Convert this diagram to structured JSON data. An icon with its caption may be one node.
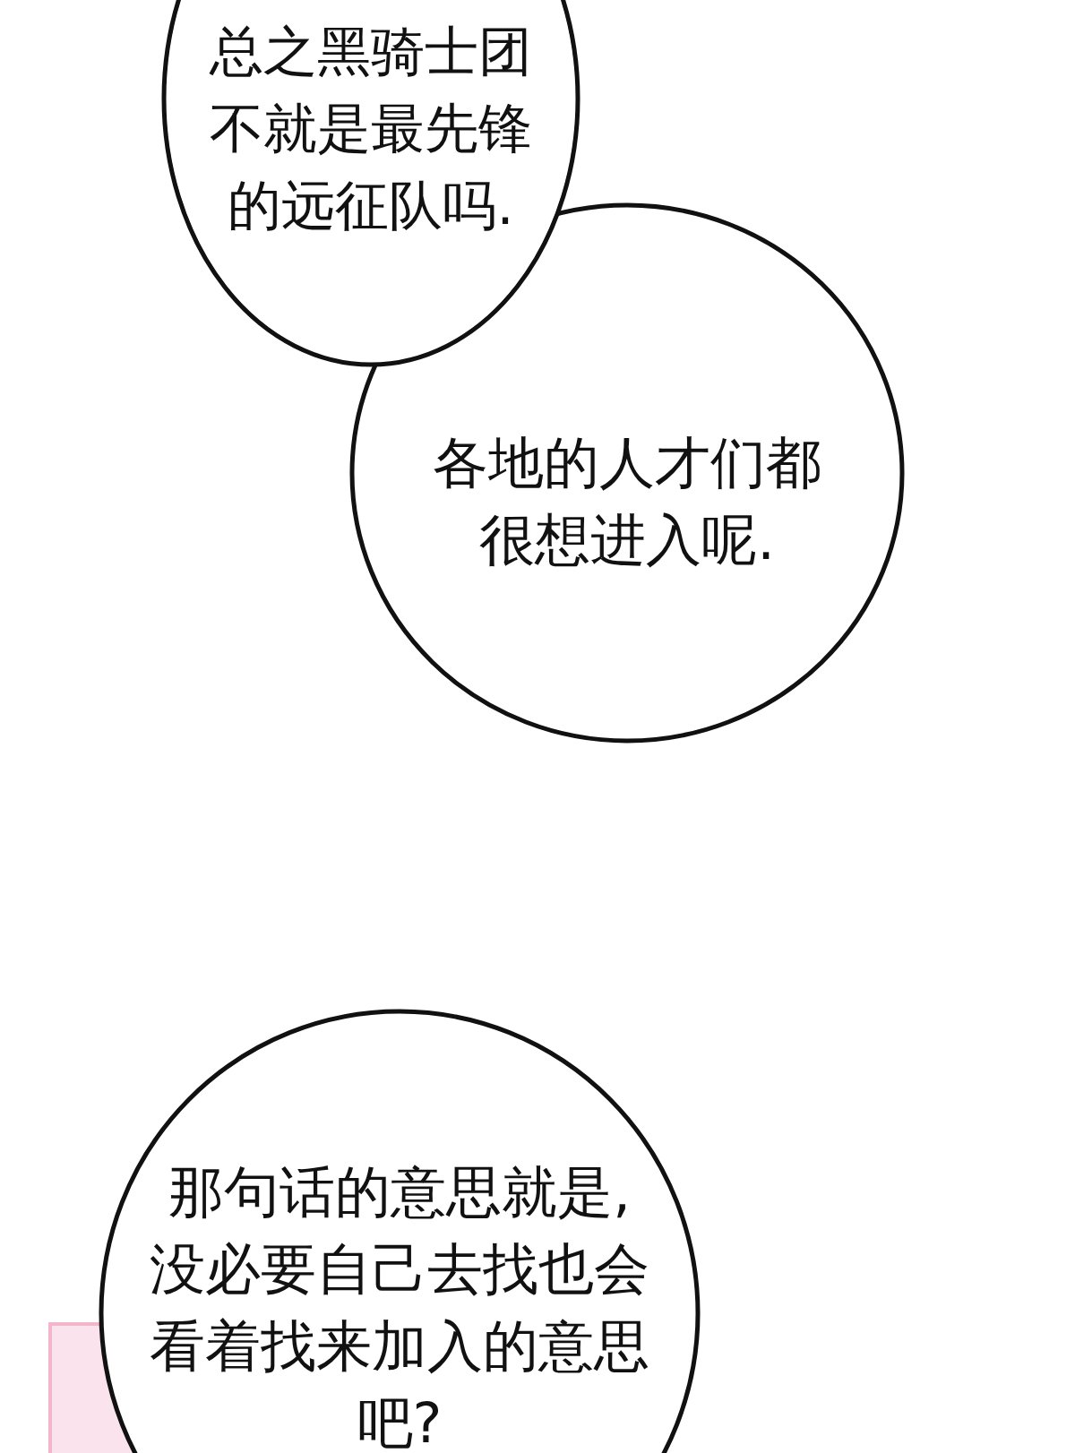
{
  "diagram": {
    "nodes": [
      {
        "text": [
          "总之黑骑士团不就是最先锋的远征队吗."
        ]
      },
      {
        "text": [
          "各地的人才们都很想进入呢."
        ]
      },
      {
        "text": [
          "那句话的意思就是,没必要自己去找也会看着找来加入的意思吧?"
        ]
      }
    ]
  }
}
